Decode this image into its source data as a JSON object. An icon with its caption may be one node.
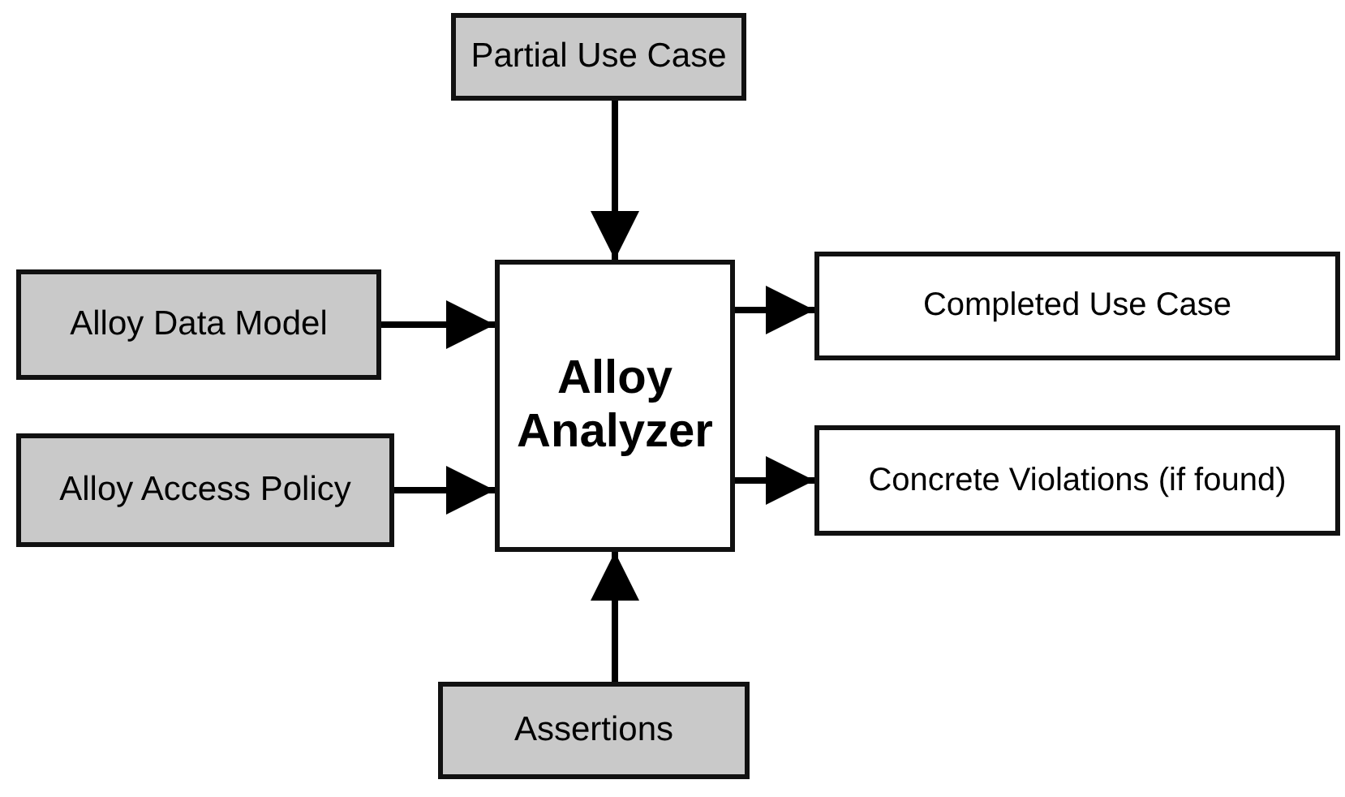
{
  "diagram": {
    "nodes": [
      {
        "text": [
          "Partial Use Case"
        ]
      },
      {
        "text": [
          "Alloy Data Model"
        ]
      },
      {
        "text": [
          "Alloy Analyzer"
        ]
      },
      {
        "text": [
          "Completed Use Case"
        ]
      },
      {
        "text": [
          "Alloy Access Policy"
        ]
      },
      {
        "text": [
          "Concrete Violations (if found)"
        ]
      },
      {
        "text": [
          "Assertions"
        ]
      }
    ],
    "edges": [
      {
        "from": 0,
        "to": 2,
        "arrow": "to"
      },
      {
        "from": 1,
        "to": 2,
        "arrow": "to"
      },
      {
        "from": 4,
        "to": 2,
        "arrow": "to"
      },
      {
        "from": 2,
        "to": 3,
        "arrow": "to"
      },
      {
        "from": 2,
        "to": 5,
        "arrow": "to"
      },
      {
        "from": 6,
        "to": 2,
        "arrow": "to"
      }
    ]
  }
}
